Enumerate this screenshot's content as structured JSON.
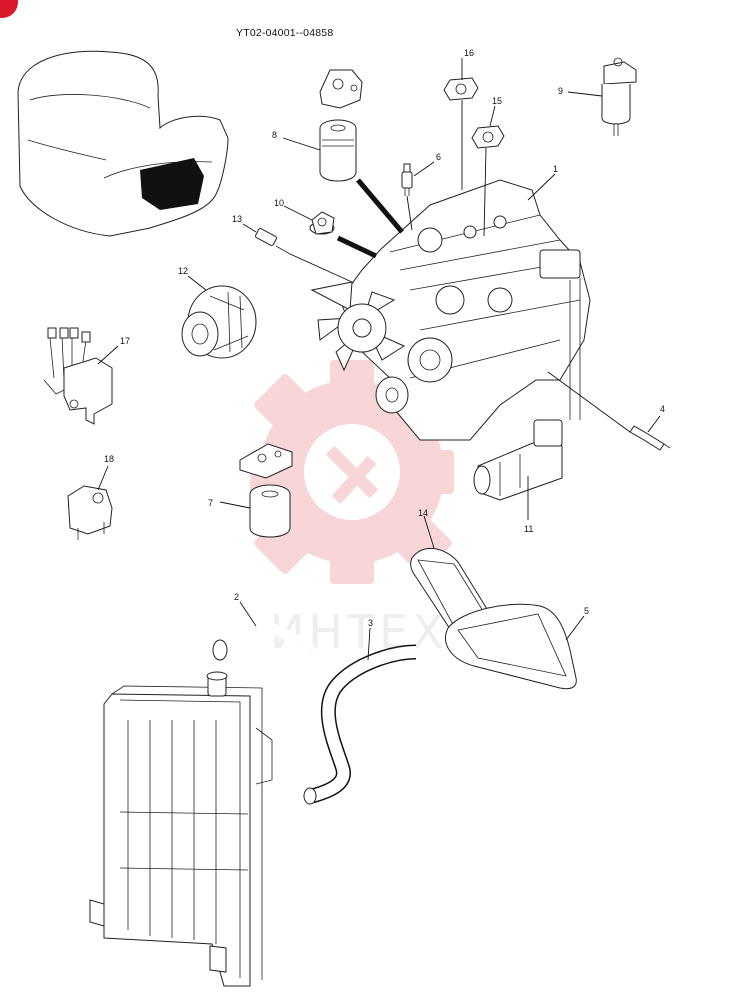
{
  "document": {
    "code": "YT02-04001--04858",
    "watermark": "ИНТЕХ"
  },
  "colors": {
    "line": "#111111",
    "watermark": "#f4b4b8",
    "corner_badge": "#d7192a"
  },
  "callouts": [
    {
      "number": "1"
    },
    {
      "number": "2"
    },
    {
      "number": "3"
    },
    {
      "number": "4"
    },
    {
      "number": "5"
    },
    {
      "number": "6"
    },
    {
      "number": "7"
    },
    {
      "number": "8"
    },
    {
      "number": "9"
    },
    {
      "number": "10"
    },
    {
      "number": "11"
    },
    {
      "number": "12"
    },
    {
      "number": "13"
    },
    {
      "number": "14"
    },
    {
      "number": "15"
    },
    {
      "number": "16"
    },
    {
      "number": "17"
    },
    {
      "number": "18"
    }
  ]
}
